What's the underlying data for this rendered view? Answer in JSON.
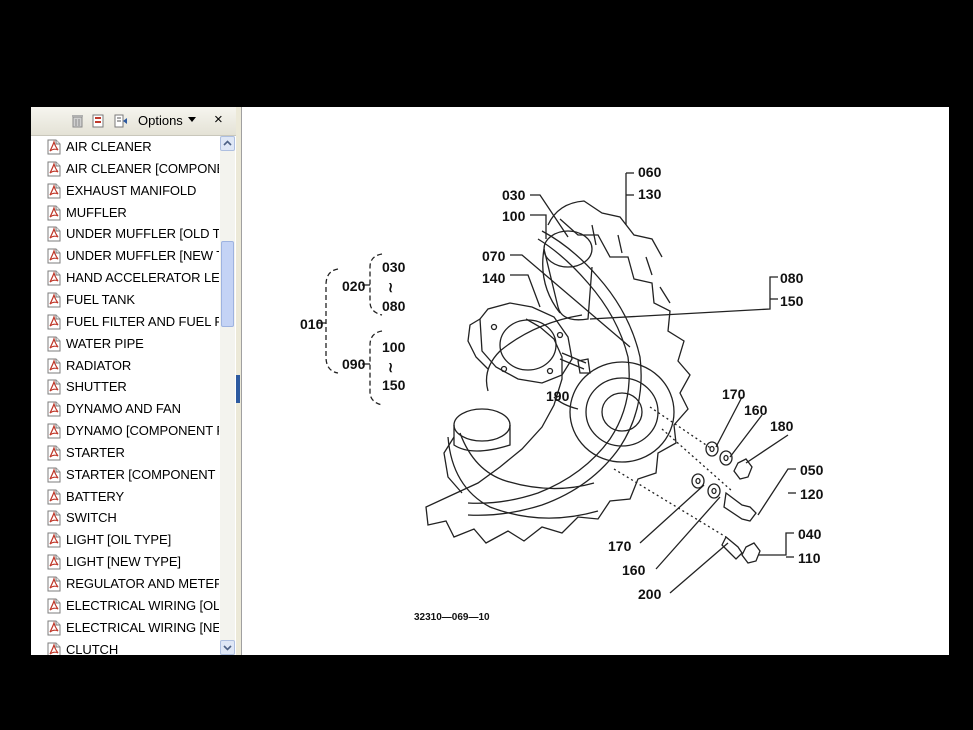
{
  "toolbar": {
    "delete_icon": "trash-icon",
    "expand_icon": "expand-bookmark-icon",
    "collapse_icon": "collapse-bookmark-icon",
    "options_label": "Options",
    "close_label": "×"
  },
  "bookmarks": [
    {
      "label": "AIR CLEANER"
    },
    {
      "label": "AIR CLEANER [COMPONE"
    },
    {
      "label": "EXHAUST MANIFOLD"
    },
    {
      "label": "MUFFLER"
    },
    {
      "label": "UNDER MUFFLER [OLD TY"
    },
    {
      "label": "UNDER MUFFLER [NEW T"
    },
    {
      "label": "HAND ACCELERATOR LEV"
    },
    {
      "label": "FUEL TANK"
    },
    {
      "label": "FUEL FILTER AND FUEL P"
    },
    {
      "label": "WATER PIPE"
    },
    {
      "label": "RADIATOR"
    },
    {
      "label": "SHUTTER"
    },
    {
      "label": "DYNAMO AND FAN"
    },
    {
      "label": "DYNAMO [COMPONENT P"
    },
    {
      "label": "STARTER"
    },
    {
      "label": "STARTER [COMPONENT P"
    },
    {
      "label": "BATTERY"
    },
    {
      "label": "SWITCH"
    },
    {
      "label": "LIGHT [OIL TYPE]"
    },
    {
      "label": "LIGHT [NEW TYPE]"
    },
    {
      "label": "REGULATOR AND METER"
    },
    {
      "label": "ELECTRICAL WIRING [OLD"
    },
    {
      "label": "ELECTRICAL WIRING [NEV"
    },
    {
      "label": "CLUTCH"
    }
  ],
  "diagram": {
    "tree": {
      "root": "010",
      "group_a": "020",
      "a_top": "030",
      "a_bottom": "080",
      "group_b": "090",
      "b_top": "100",
      "b_bottom": "150",
      "tilde": "≀"
    },
    "callouts": {
      "c060": "060",
      "c130": "130",
      "c030": "030",
      "c100": "100",
      "c070": "070",
      "c140": "140",
      "c080": "080",
      "c150": "150",
      "c190": "190",
      "c170a": "170",
      "c160a": "160",
      "c180": "180",
      "c050": "050",
      "c120": "120",
      "c170b": "170",
      "c160b": "160",
      "c200": "200",
      "c040": "040",
      "c110": "110"
    },
    "figure_id": "32310—069—10"
  },
  "colors": {
    "accent": "#2d5aa0",
    "pdf_icon": "#c0392b"
  }
}
